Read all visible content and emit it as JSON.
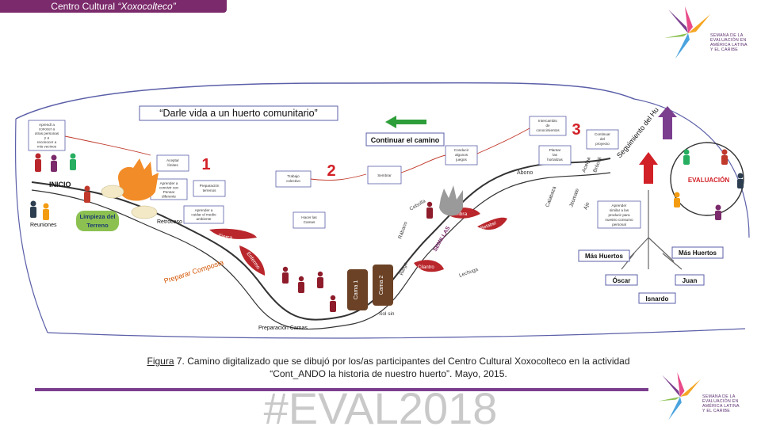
{
  "header": {
    "title_plain": "Centro Cultural ",
    "title_italic": "“Xoxocolteco”"
  },
  "logo": {
    "line1": "SEMANA DE LA",
    "line2": "EVALUACIÓN EN",
    "line3": "AMÉRICA LATINA",
    "line4": "Y EL CARIBE"
  },
  "diagram": {
    "banner": "“Darle vida a un huerto comunitario”",
    "continue": "Continuar el camino",
    "inicio": "INICIO",
    "reuniones": "Reuniones",
    "limpieza_1": "Limpieza del",
    "limpieza_2": "Terreno",
    "retroceso": "Retroceso",
    "step1": "1",
    "step2": "2",
    "step3": "3",
    "box_a1": "Aprendí a",
    "box_a2": "conocer a",
    "box_a3": "otras personas",
    "box_a4": "y a",
    "box_a5": "reconocer a",
    "box_a6": "mis vecinos",
    "box_b1": "Aceptar",
    "box_b2": "límites",
    "box_c1": "Aprender a",
    "box_c2": "convivir con",
    "box_c3": "Pensar",
    "box_c4": "diferente",
    "box_d1": "Preparación",
    "box_d2": "terrenos",
    "box_e1": "Aprender a",
    "box_e2": "cuidar el medio",
    "box_e3": "ambiente",
    "box_f1": "Trabajo",
    "box_f2": "colectivo",
    "box_g1": "Hacer las",
    "box_g2": "Camas",
    "box_h1": "Sembrar",
    "box_i1": "Conducir",
    "box_i2": "algunos",
    "box_i3": "juegos",
    "box_j1": "Intercambio",
    "box_j2": "de",
    "box_j3": "conocimientos",
    "box_k1": "Plantar",
    "box_k2": "las",
    "box_k3": "hortalizas",
    "box_l1": "Continuar",
    "box_l2": "del",
    "box_l3": "proyecto",
    "box_m1": "Aprender",
    "box_m2": "similar a las",
    "box_m3": "producir para",
    "box_m4": "nuestro consumo",
    "box_m5": "personal",
    "seguimiento": "Seguimiento del Huerto",
    "evaluacion": "EVALUACIÓN",
    "mas_huertos_left": "Más Huertos",
    "mas_huertos_right": "Más Huertos",
    "oscar": "Óscar",
    "juan": "Juan",
    "isnardo": "Isnardo",
    "tierra": "Tierra",
    "enfermo": "Enfermo",
    "preparar_composta": "Preparar Composta",
    "cama1": "Cama 1",
    "cama2": "Cama 2",
    "preparacion_camas": "Preparación Camas",
    "riego": "Riego",
    "abono": "Abono",
    "cebolla": "Cebolla",
    "siembra": "Siembra",
    "semillas": "SEMILLAS",
    "rabano": "Rábano",
    "cilantro": "Cilantro",
    "lechuga": "Lechuga",
    "acelga": "Acelga",
    "betabel": "Betabel",
    "jitomate": "Jitomate",
    "brocoli": "Brócoli",
    "calabaza": "Calabaza",
    "ajo": "Ajo",
    "sol": "Sol sin",
    "riego2": "Riego"
  },
  "caption": {
    "figure_label": "Figura",
    "figure_num": " 7. ",
    "text_line1": "Camino digitalizado que se dibujó por los/as participantes del Centro Cultural Xoxocolteco en la actividad",
    "text_line2": "“Cont_ANDO la historia de nuestro huerto”. Mayo, 2015."
  },
  "footer": {
    "hashtag": "#EVAL2018"
  },
  "colors": {
    "accent": "#7b2a6b",
    "rule": "#7b3e8e",
    "path": "#2a2a2a",
    "frame": "#5b5fa8",
    "step": "#d22027"
  }
}
